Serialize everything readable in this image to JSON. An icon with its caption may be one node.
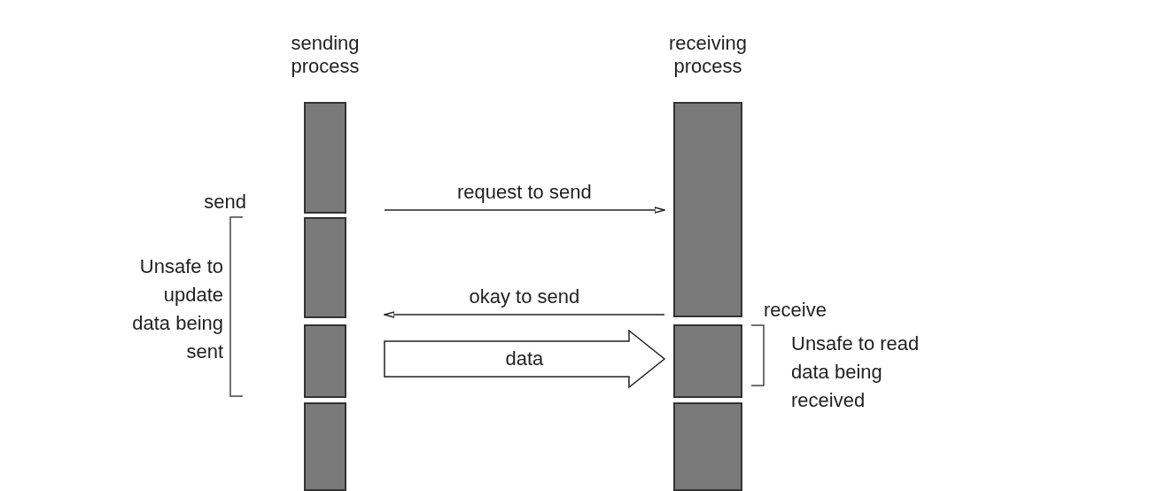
{
  "diagram": {
    "nodes": [
      {
        "text": [
          "sending process"
        ]
      },
      {
        "text": [
          "receiving process"
        ]
      }
    ],
    "edges": [
      {
        "from": 0,
        "to": 1,
        "arrow": "to",
        "label": "request to send"
      },
      {
        "from": 1,
        "to": 0,
        "arrow": "to",
        "label": "okay to send"
      },
      {
        "from": 0,
        "to": 1,
        "arrow": "to",
        "label": "data",
        "style": "thick"
      }
    ],
    "labels": [
      "send",
      "Unsafe to update data being sent",
      "receive",
      "Unsafe to read data being received"
    ]
  }
}
